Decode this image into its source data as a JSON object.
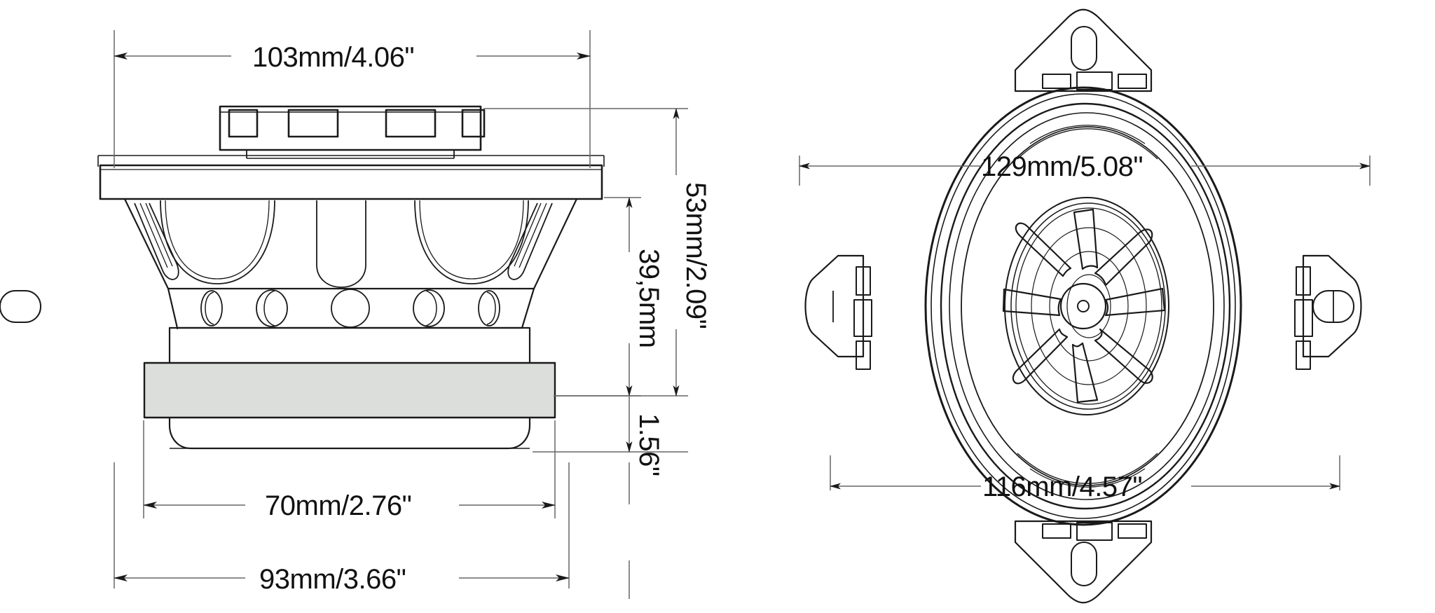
{
  "drawing": {
    "title": "Coaxial Speaker Dimensional Drawing",
    "background_color": "#ffffff",
    "line_color": "#1a1a1a",
    "dim_line_color": "#555555",
    "magnet_fill": "#dcdedc"
  },
  "views": {
    "side": {
      "name": "side-section-view",
      "dimensions": {
        "top_width": "103mm/4.06\"",
        "overall_height": "53mm/2.09\"",
        "mount_depth": "39,5mm",
        "magnet_protrusion": "1.56\"",
        "basket_width": "70mm/2.76\"",
        "flange_width": "93mm/3.66\""
      }
    },
    "front": {
      "name": "front-view",
      "dimensions": {
        "outer_width": "129mm/5.08\"",
        "cone_width": "116mm/4.57\""
      }
    }
  },
  "labels": {
    "d_103": "103mm/4.06\"",
    "d_53": "53mm/2.09\"",
    "d_395": "39,5mm",
    "d_156": "1.56\"",
    "d_70": "70mm/2.76\"",
    "d_93": "93mm/3.66\"",
    "d_129": "129mm/5.08\"",
    "d_116": "116mm/4.57\""
  }
}
